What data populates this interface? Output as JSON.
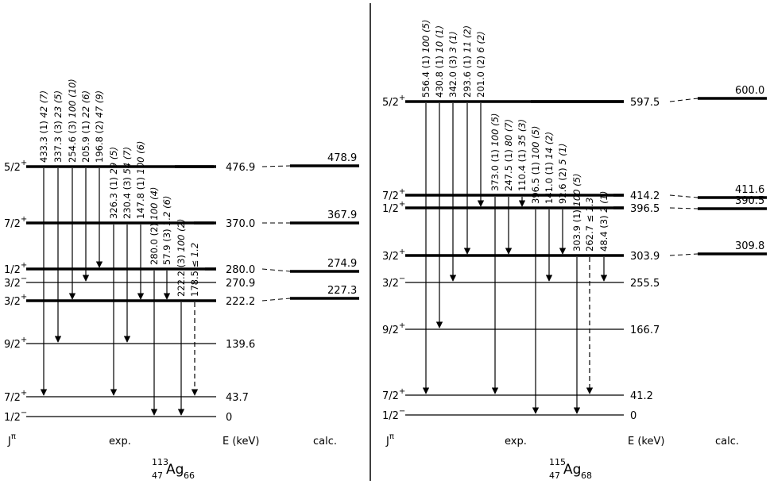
{
  "panels": [
    {
      "id": "ag113",
      "nucleus": {
        "A": "113",
        "Z": "47",
        "sym": "Ag",
        "N": "66"
      },
      "column_labels": {
        "jpi": "J",
        "jpi_sup": "π",
        "exp": "exp.",
        "ekev": "E (keV)",
        "calc": "calc."
      },
      "exp_levels": [
        {
          "j": "5/2",
          "p": "+",
          "e": "476.9"
        },
        {
          "j": "7/2",
          "p": "+",
          "e": "370.0"
        },
        {
          "j": "1/2",
          "p": "+",
          "e": "280.0"
        },
        {
          "j": "3/2",
          "p": "−",
          "e": "270.9"
        },
        {
          "j": "3/2",
          "p": "+",
          "e": "222.2"
        },
        {
          "j": "9/2",
          "p": "+",
          "e": "139.6"
        },
        {
          "j": "7/2",
          "p": "+",
          "e": "43.7"
        },
        {
          "j": "1/2",
          "p": "−",
          "e": "0"
        }
      ],
      "calc_levels": [
        "478.9",
        "367.9",
        "274.9",
        "227.3"
      ],
      "gammas": [
        {
          "energy": "433.3",
          "err": "(1)",
          "intensity": "42 (7)"
        },
        {
          "energy": "337.3",
          "err": "(3)",
          "intensity": "23 (5)"
        },
        {
          "energy": "254.6",
          "err": "(3)",
          "intensity": "100 (10)"
        },
        {
          "energy": "205.9",
          "err": "(1)",
          "intensity": "22 (6)"
        },
        {
          "energy": "196.8",
          "err": "(2)",
          "intensity": "47 (9)"
        },
        {
          "energy": "326.3",
          "err": "(1)",
          "intensity": "29 (5)"
        },
        {
          "energy": "230.4",
          "err": "(3)",
          "intensity": "54 (7)"
        },
        {
          "energy": "147.8",
          "err": "(1)",
          "intensity": "100 (6)"
        },
        {
          "energy": "280.0",
          "err": "(2)",
          "intensity": "100 (4)"
        },
        {
          "energy": "57.9",
          "err": "(3)",
          "intensity": "1.2 (6)"
        },
        {
          "energy": "222.2",
          "err": "(3)",
          "intensity": "100 (2)"
        },
        {
          "energy": "178.5",
          "err": "",
          "intensity": "≤ 1.2"
        }
      ]
    },
    {
      "id": "ag115",
      "nucleus": {
        "A": "115",
        "Z": "47",
        "sym": "Ag",
        "N": "68"
      },
      "column_labels": {
        "jpi": "J",
        "jpi_sup": "π",
        "exp": "exp.",
        "ekev": "E (keV)",
        "calc": "calc."
      },
      "exp_levels": [
        {
          "j": "5/2",
          "p": "+",
          "e": "597.5"
        },
        {
          "j": "7/2",
          "p": "+",
          "e": "414.2"
        },
        {
          "j": "1/2",
          "p": "+",
          "e": "396.5"
        },
        {
          "j": "3/2",
          "p": "+",
          "e": "303.9"
        },
        {
          "j": "3/2",
          "p": "−",
          "e": "255.5"
        },
        {
          "j": "9/2",
          "p": "+",
          "e": "166.7"
        },
        {
          "j": "7/2",
          "p": "+",
          "e": "41.2"
        },
        {
          "j": "1/2",
          "p": "−",
          "e": "0"
        }
      ],
      "calc_levels": [
        "600.0",
        "411.6",
        "390.5",
        "309.8"
      ],
      "gammas": [
        {
          "energy": "556.4",
          "err": "(1)",
          "intensity": "100 (5)"
        },
        {
          "energy": "430.8",
          "err": "(1)",
          "intensity": "10 (1)"
        },
        {
          "energy": "342.0",
          "err": "(3)",
          "intensity": "3 (1)"
        },
        {
          "energy": "293.6",
          "err": "(1)",
          "intensity": "11 (2)"
        },
        {
          "energy": "201.0",
          "err": "(2)",
          "intensity": "6 (2)"
        },
        {
          "energy": "373.0",
          "err": "(1)",
          "intensity": "100 (5)"
        },
        {
          "energy": "247.5",
          "err": "(1)",
          "intensity": "80 (7)"
        },
        {
          "energy": "110.4",
          "err": "(1)",
          "intensity": "35 (3)"
        },
        {
          "energy": "396.5",
          "err": "(1)",
          "intensity": "100 (5)"
        },
        {
          "energy": "141.0",
          "err": "(1)",
          "intensity": "14 (2)"
        },
        {
          "energy": "92.6",
          "err": "(2)",
          "intensity": "5 (1)"
        },
        {
          "energy": "303.9",
          "err": "(1)",
          "intensity": "100 (5)"
        },
        {
          "energy": "262.7",
          "err": "",
          "intensity": "≤ 1.3"
        },
        {
          "energy": "48.4",
          "err": "(3)",
          "intensity": "2 (1)"
        }
      ]
    }
  ]
}
